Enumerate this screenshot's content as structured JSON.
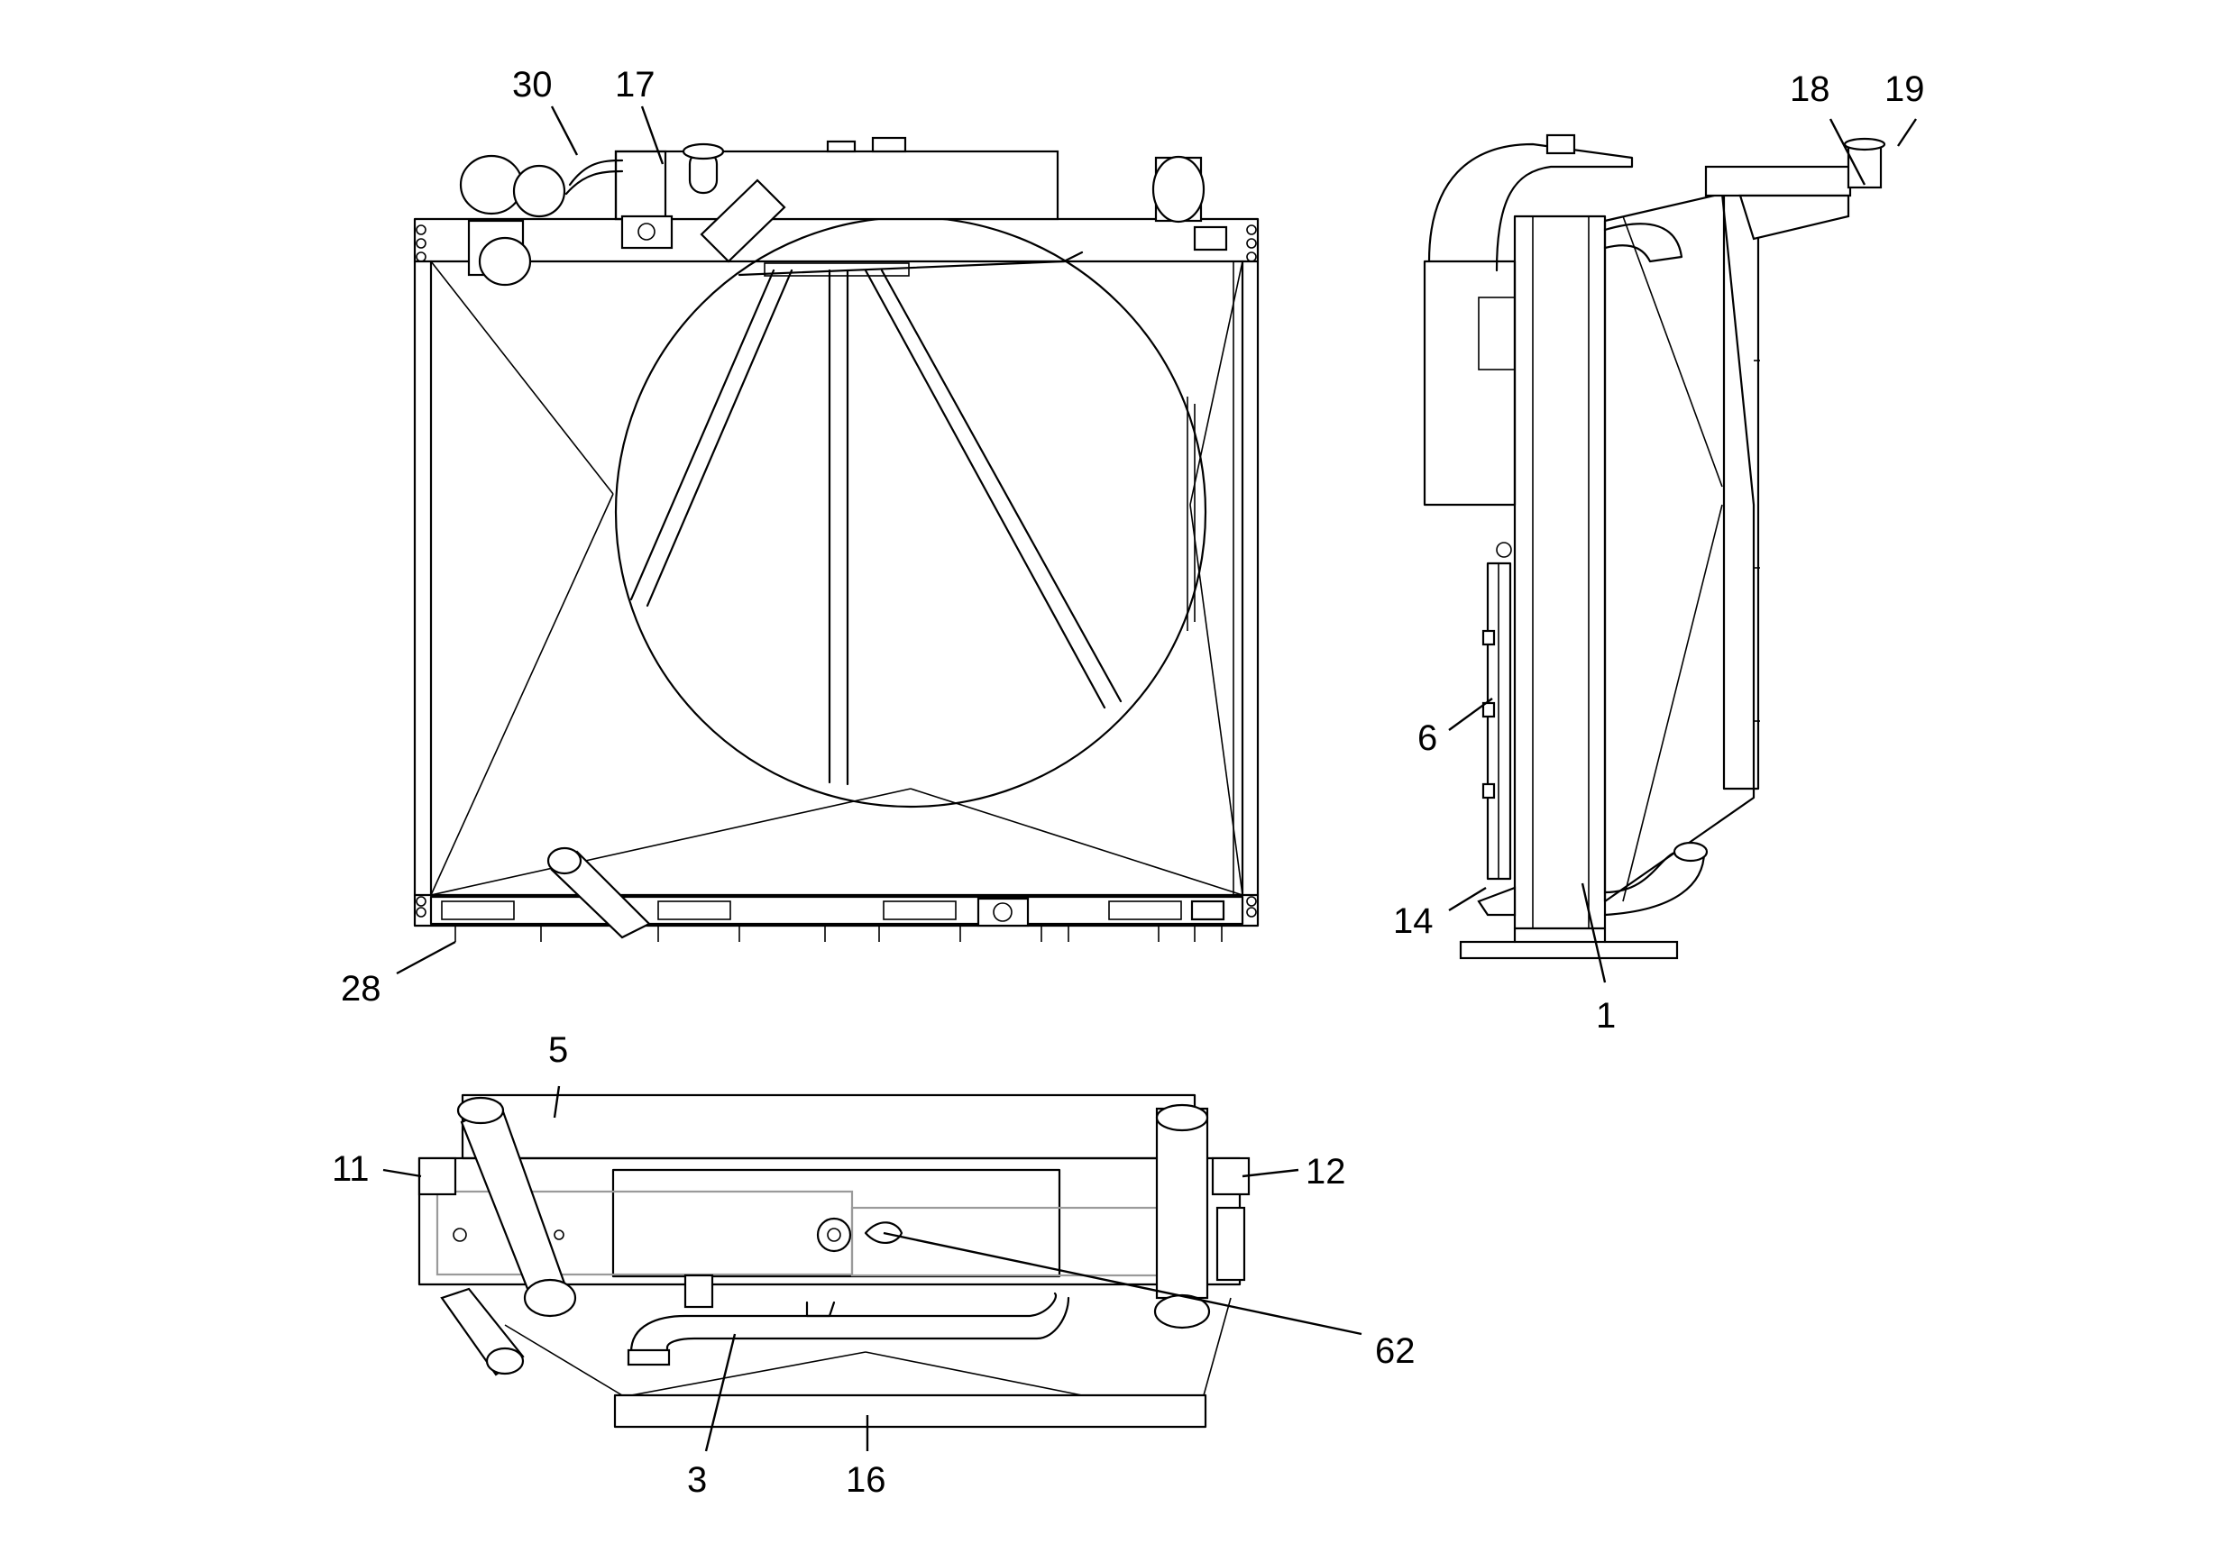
{
  "callouts": {
    "c30": "30",
    "c17": "17",
    "c18": "18",
    "c19": "19",
    "c6": "6",
    "c14": "14",
    "c1": "1",
    "c28": "28",
    "c5": "5",
    "c11": "11",
    "c12": "12",
    "c62": "62",
    "c3": "3",
    "c16": "16"
  }
}
